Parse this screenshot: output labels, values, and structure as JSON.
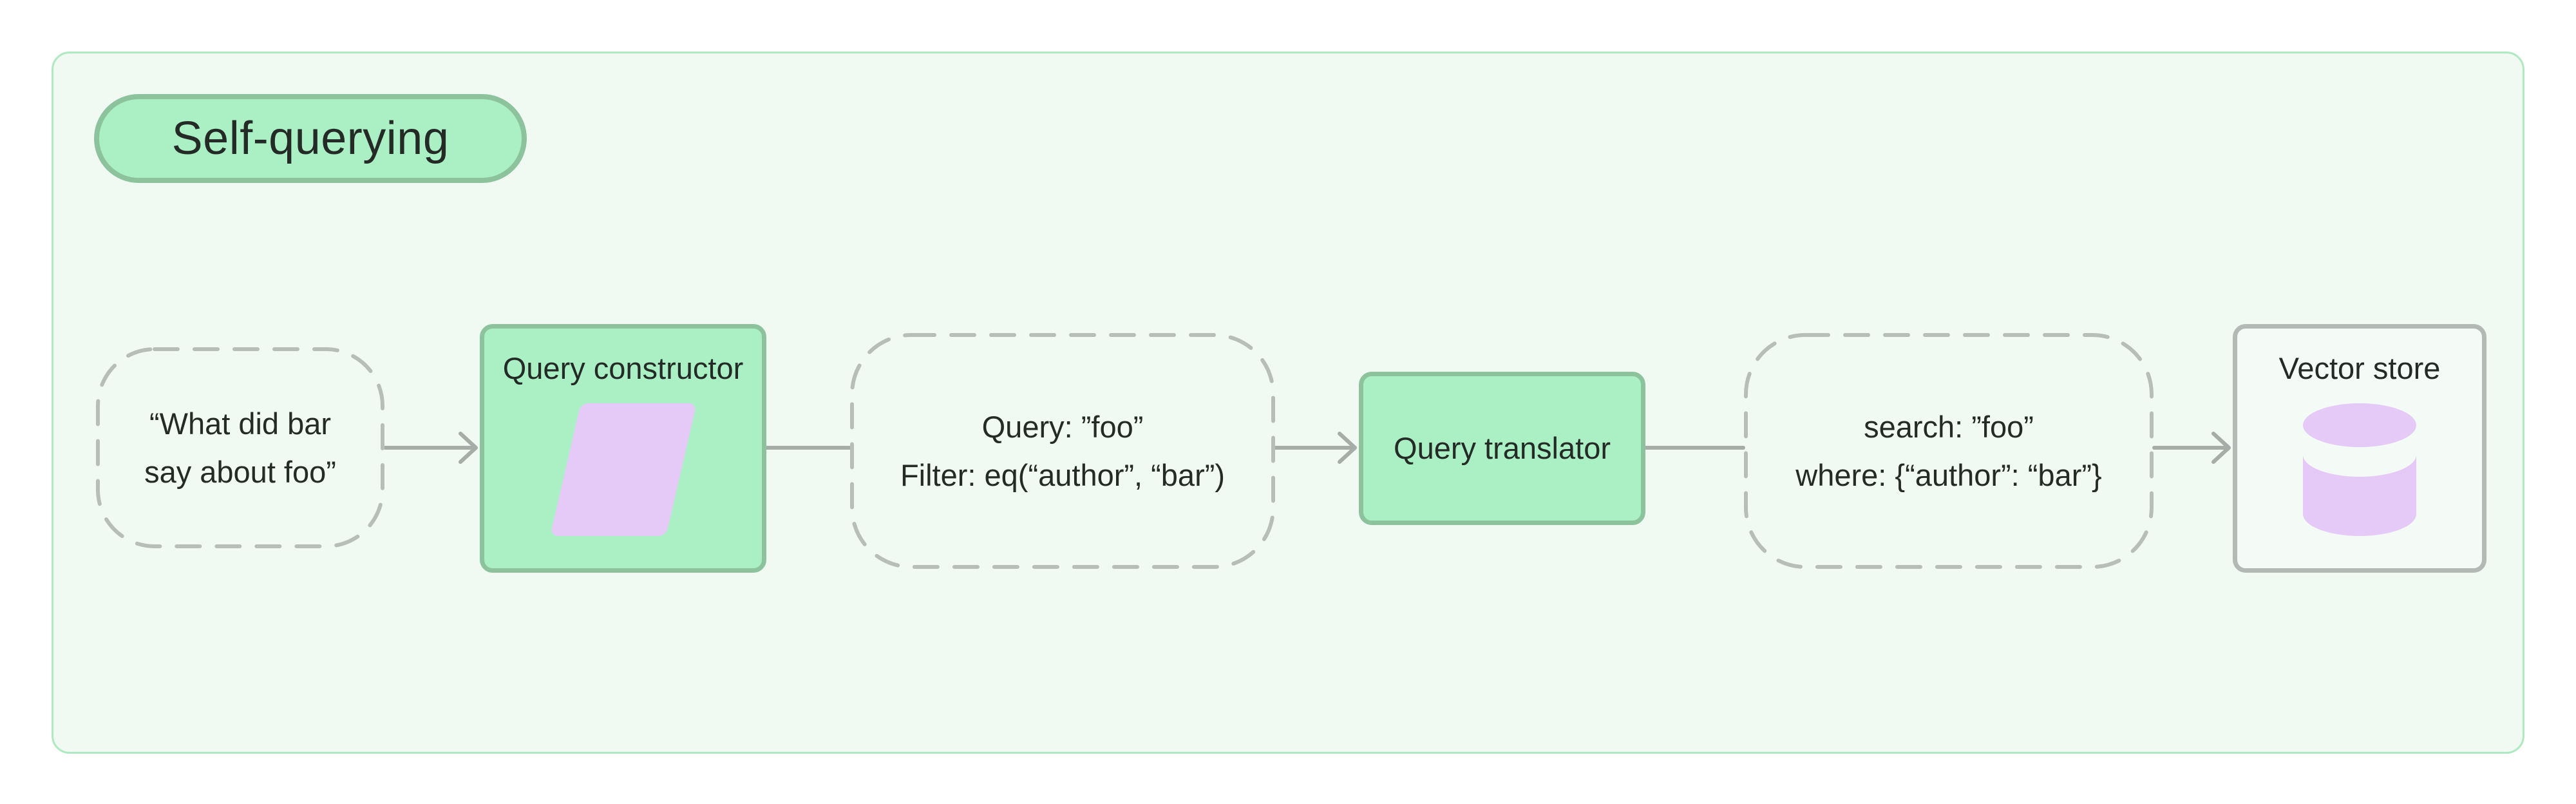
{
  "diagram": {
    "title": "Self-querying",
    "user_query": {
      "line1": "“What did bar",
      "line2": "say about foo”"
    },
    "query_constructor": {
      "label": "Query constructor"
    },
    "structured_query": {
      "line1": "Query: ”foo”",
      "line2": "Filter: eq(“author”, “bar”)"
    },
    "query_translator": {
      "label": "Query translator"
    },
    "translated_query": {
      "line1": "search: ”foo”",
      "line2": "where: {“author”: “bar”}"
    },
    "vector_store": {
      "label": "Vector store"
    }
  },
  "colors": {
    "page_bg": "#ffffff",
    "container_bg": "#f0faf3",
    "container_border": "#aee9c2",
    "node_green": "#aaf0c4",
    "node_green_border": "#8cc29c",
    "icon_purple": "#e5c9f6",
    "dashed_gray": "#b7bdb8",
    "connector_gray": "#a6aca8",
    "text_dark": "#242b26",
    "vector_store_bg": "#f4fbf6",
    "vector_store_border": "#b3bab5"
  }
}
